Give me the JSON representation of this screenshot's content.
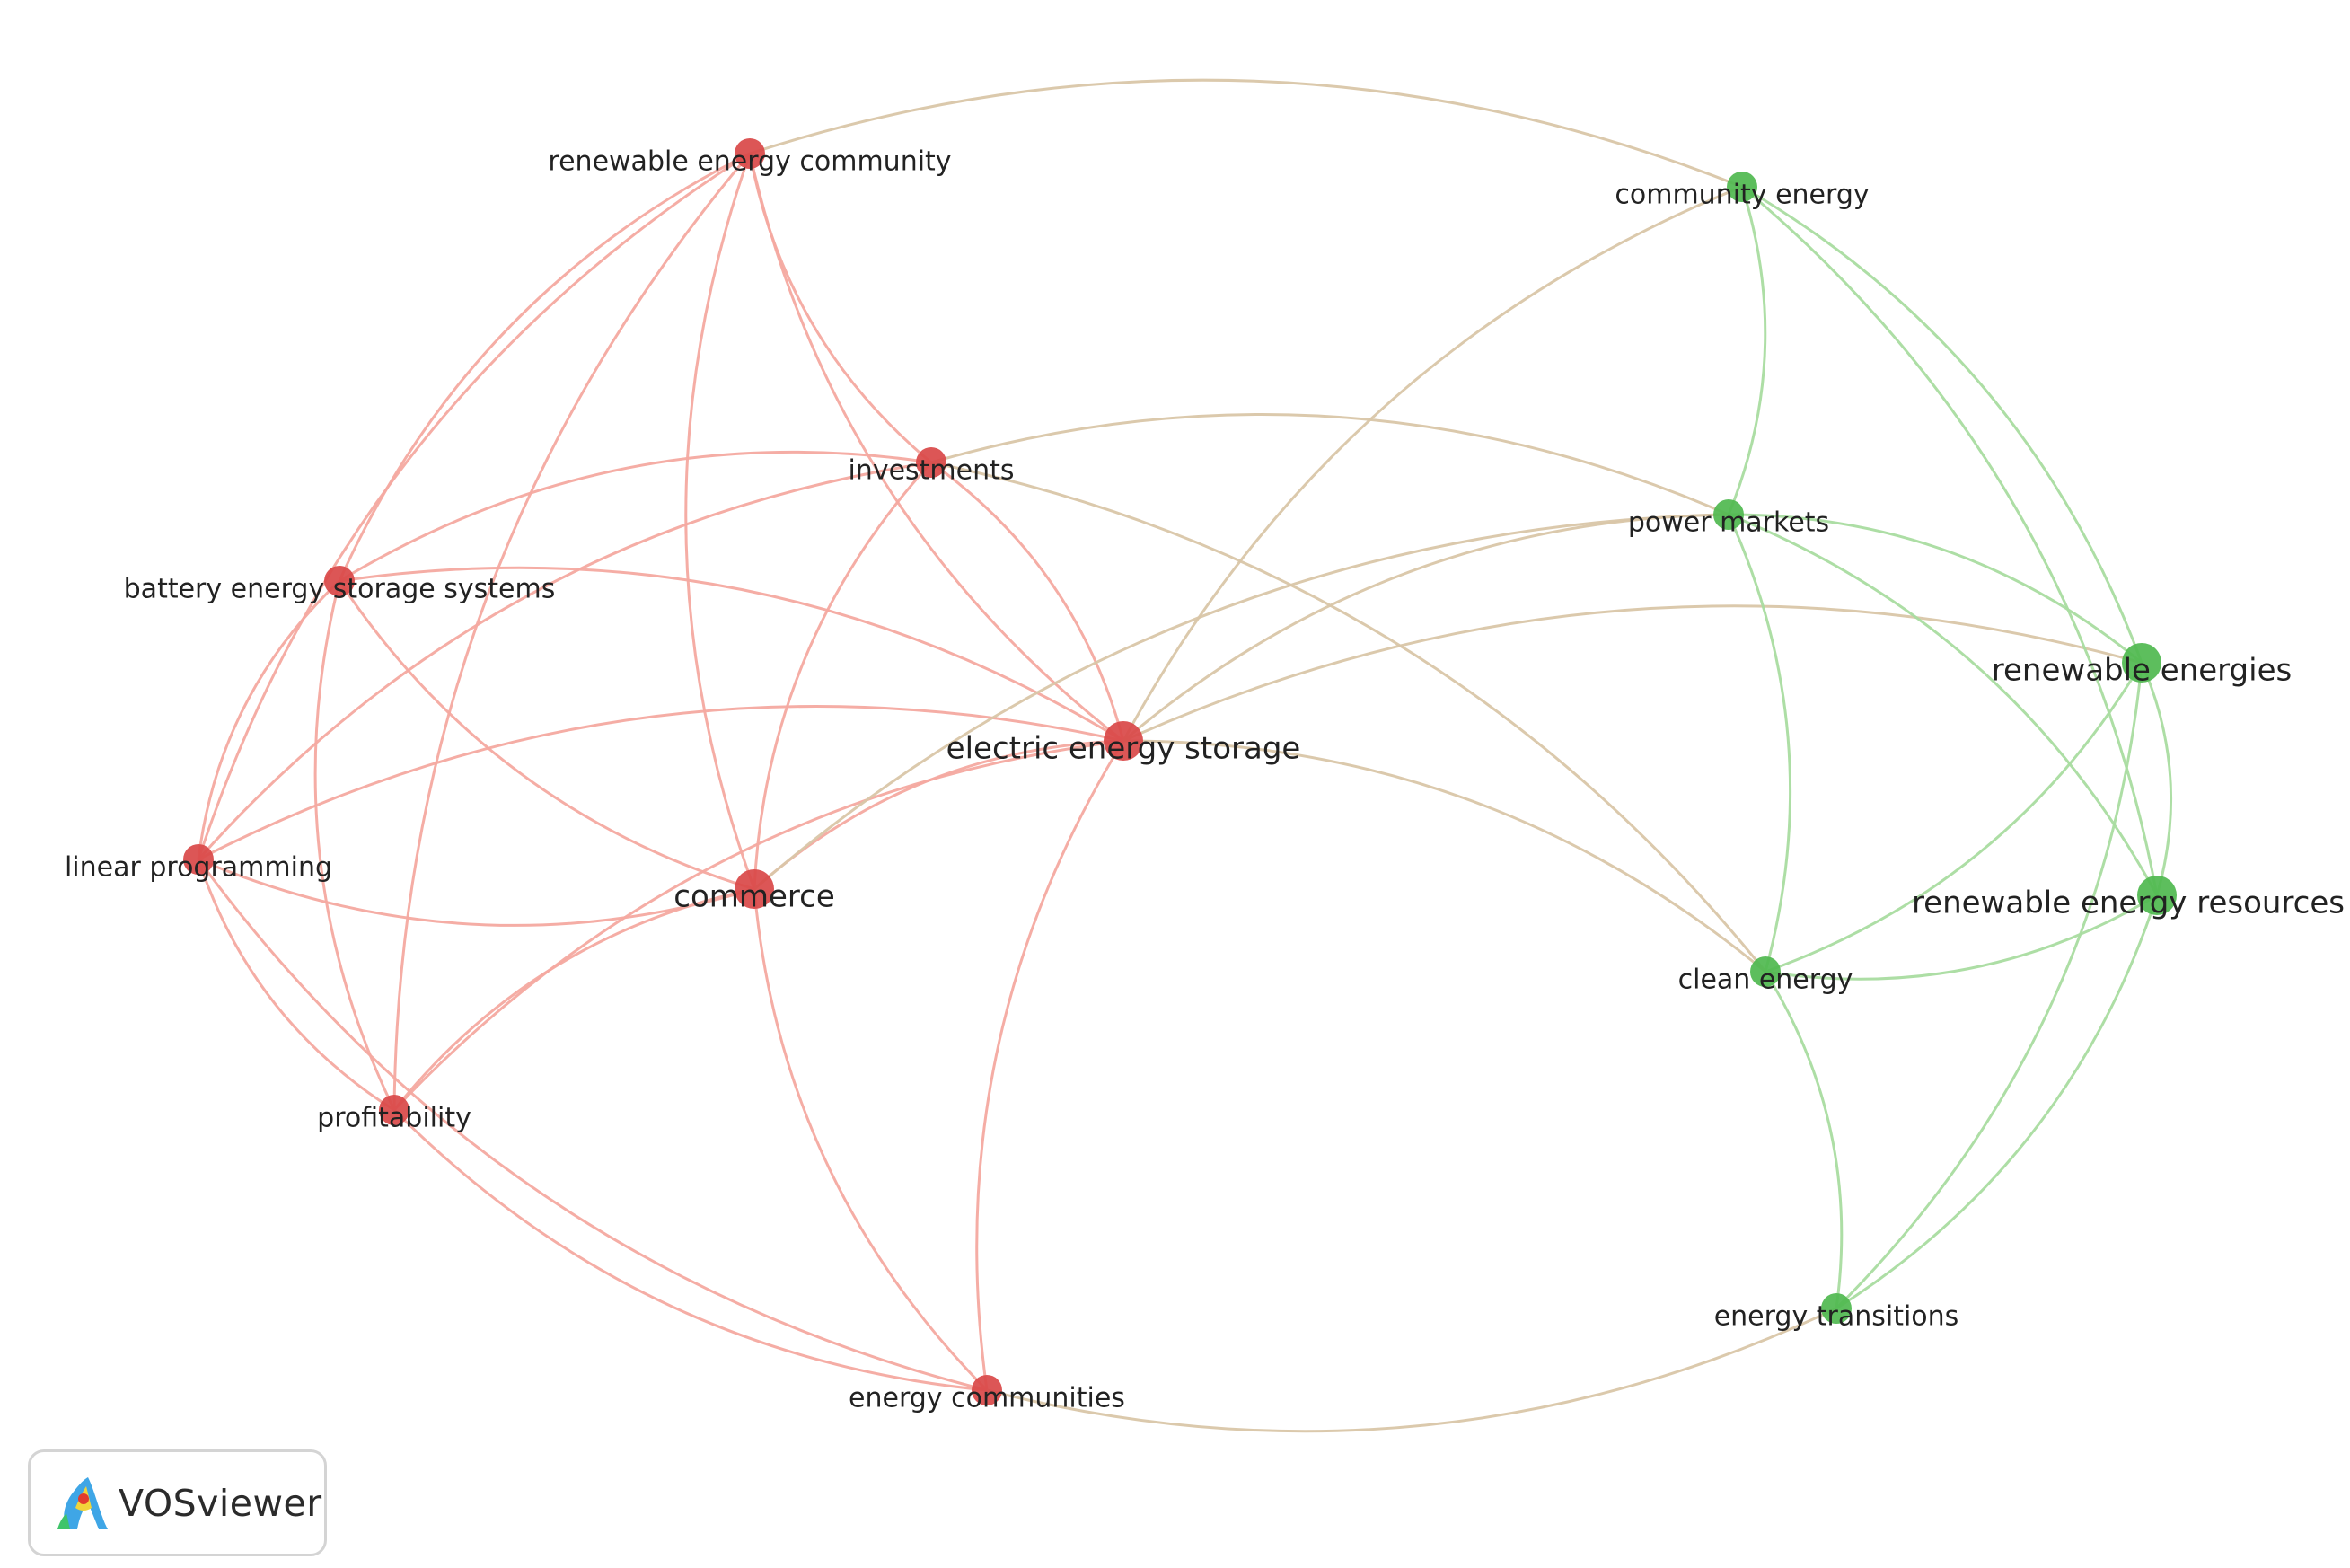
{
  "colors": {
    "cluster_red": "#d94848",
    "cluster_green": "#4fb84f",
    "edge_red": "#f4a9a0",
    "edge_green": "#a9dca0",
    "edge_mixed": "#d9c6a8"
  },
  "nodes": [
    {
      "id": "rec",
      "label": "renewable energy community",
      "cluster": "red",
      "weight": 2
    },
    {
      "id": "inv",
      "label": "investments",
      "cluster": "red",
      "weight": 2
    },
    {
      "id": "bess",
      "label": "battery energy storage systems",
      "cluster": "red",
      "weight": 2
    },
    {
      "id": "ees",
      "label": "electric energy storage",
      "cluster": "red",
      "weight": 3
    },
    {
      "id": "lp",
      "label": "linear programming",
      "cluster": "red",
      "weight": 2
    },
    {
      "id": "com",
      "label": "commerce",
      "cluster": "red",
      "weight": 3
    },
    {
      "id": "prof",
      "label": "profitability",
      "cluster": "red",
      "weight": 2
    },
    {
      "id": "ecom",
      "label": "energy communities",
      "cluster": "red",
      "weight": 2
    },
    {
      "id": "ce",
      "label": "community energy",
      "cluster": "green",
      "weight": 2
    },
    {
      "id": "pm",
      "label": "power markets",
      "cluster": "green",
      "weight": 2
    },
    {
      "id": "re",
      "label": "renewable energies",
      "cluster": "green",
      "weight": 3
    },
    {
      "id": "rer",
      "label": "renewable energy resources",
      "cluster": "green",
      "weight": 3
    },
    {
      "id": "cle",
      "label": "clean energy",
      "cluster": "green",
      "weight": 2
    },
    {
      "id": "et",
      "label": "energy transitions",
      "cluster": "green",
      "weight": 2
    }
  ],
  "edges": [
    [
      "rec",
      "inv"
    ],
    [
      "rec",
      "bess"
    ],
    [
      "rec",
      "lp"
    ],
    [
      "rec",
      "com"
    ],
    [
      "rec",
      "prof"
    ],
    [
      "rec",
      "ees"
    ],
    [
      "rec",
      "ce"
    ],
    [
      "inv",
      "bess"
    ],
    [
      "inv",
      "lp"
    ],
    [
      "inv",
      "com"
    ],
    [
      "inv",
      "ees"
    ],
    [
      "inv",
      "pm"
    ],
    [
      "inv",
      "cle"
    ],
    [
      "bess",
      "lp"
    ],
    [
      "bess",
      "com"
    ],
    [
      "bess",
      "prof"
    ],
    [
      "bess",
      "ees"
    ],
    [
      "ees",
      "lp"
    ],
    [
      "ees",
      "com"
    ],
    [
      "ees",
      "prof"
    ],
    [
      "ees",
      "ecom"
    ],
    [
      "ees",
      "pm"
    ],
    [
      "ees",
      "ce"
    ],
    [
      "ees",
      "cle"
    ],
    [
      "ees",
      "re"
    ],
    [
      "lp",
      "com"
    ],
    [
      "lp",
      "prof"
    ],
    [
      "lp",
      "ecom"
    ],
    [
      "com",
      "prof"
    ],
    [
      "com",
      "ecom"
    ],
    [
      "com",
      "pm"
    ],
    [
      "prof",
      "ecom"
    ],
    [
      "ecom",
      "et"
    ],
    [
      "ce",
      "pm"
    ],
    [
      "ce",
      "re"
    ],
    [
      "ce",
      "rer"
    ],
    [
      "pm",
      "cle"
    ],
    [
      "pm",
      "re"
    ],
    [
      "pm",
      "rer"
    ],
    [
      "re",
      "rer"
    ],
    [
      "re",
      "cle"
    ],
    [
      "re",
      "et"
    ],
    [
      "rer",
      "cle"
    ],
    [
      "rer",
      "et"
    ],
    [
      "cle",
      "et"
    ]
  ],
  "badge": {
    "text": "VOSviewer",
    "icon": "vosviewer-logo-icon"
  }
}
